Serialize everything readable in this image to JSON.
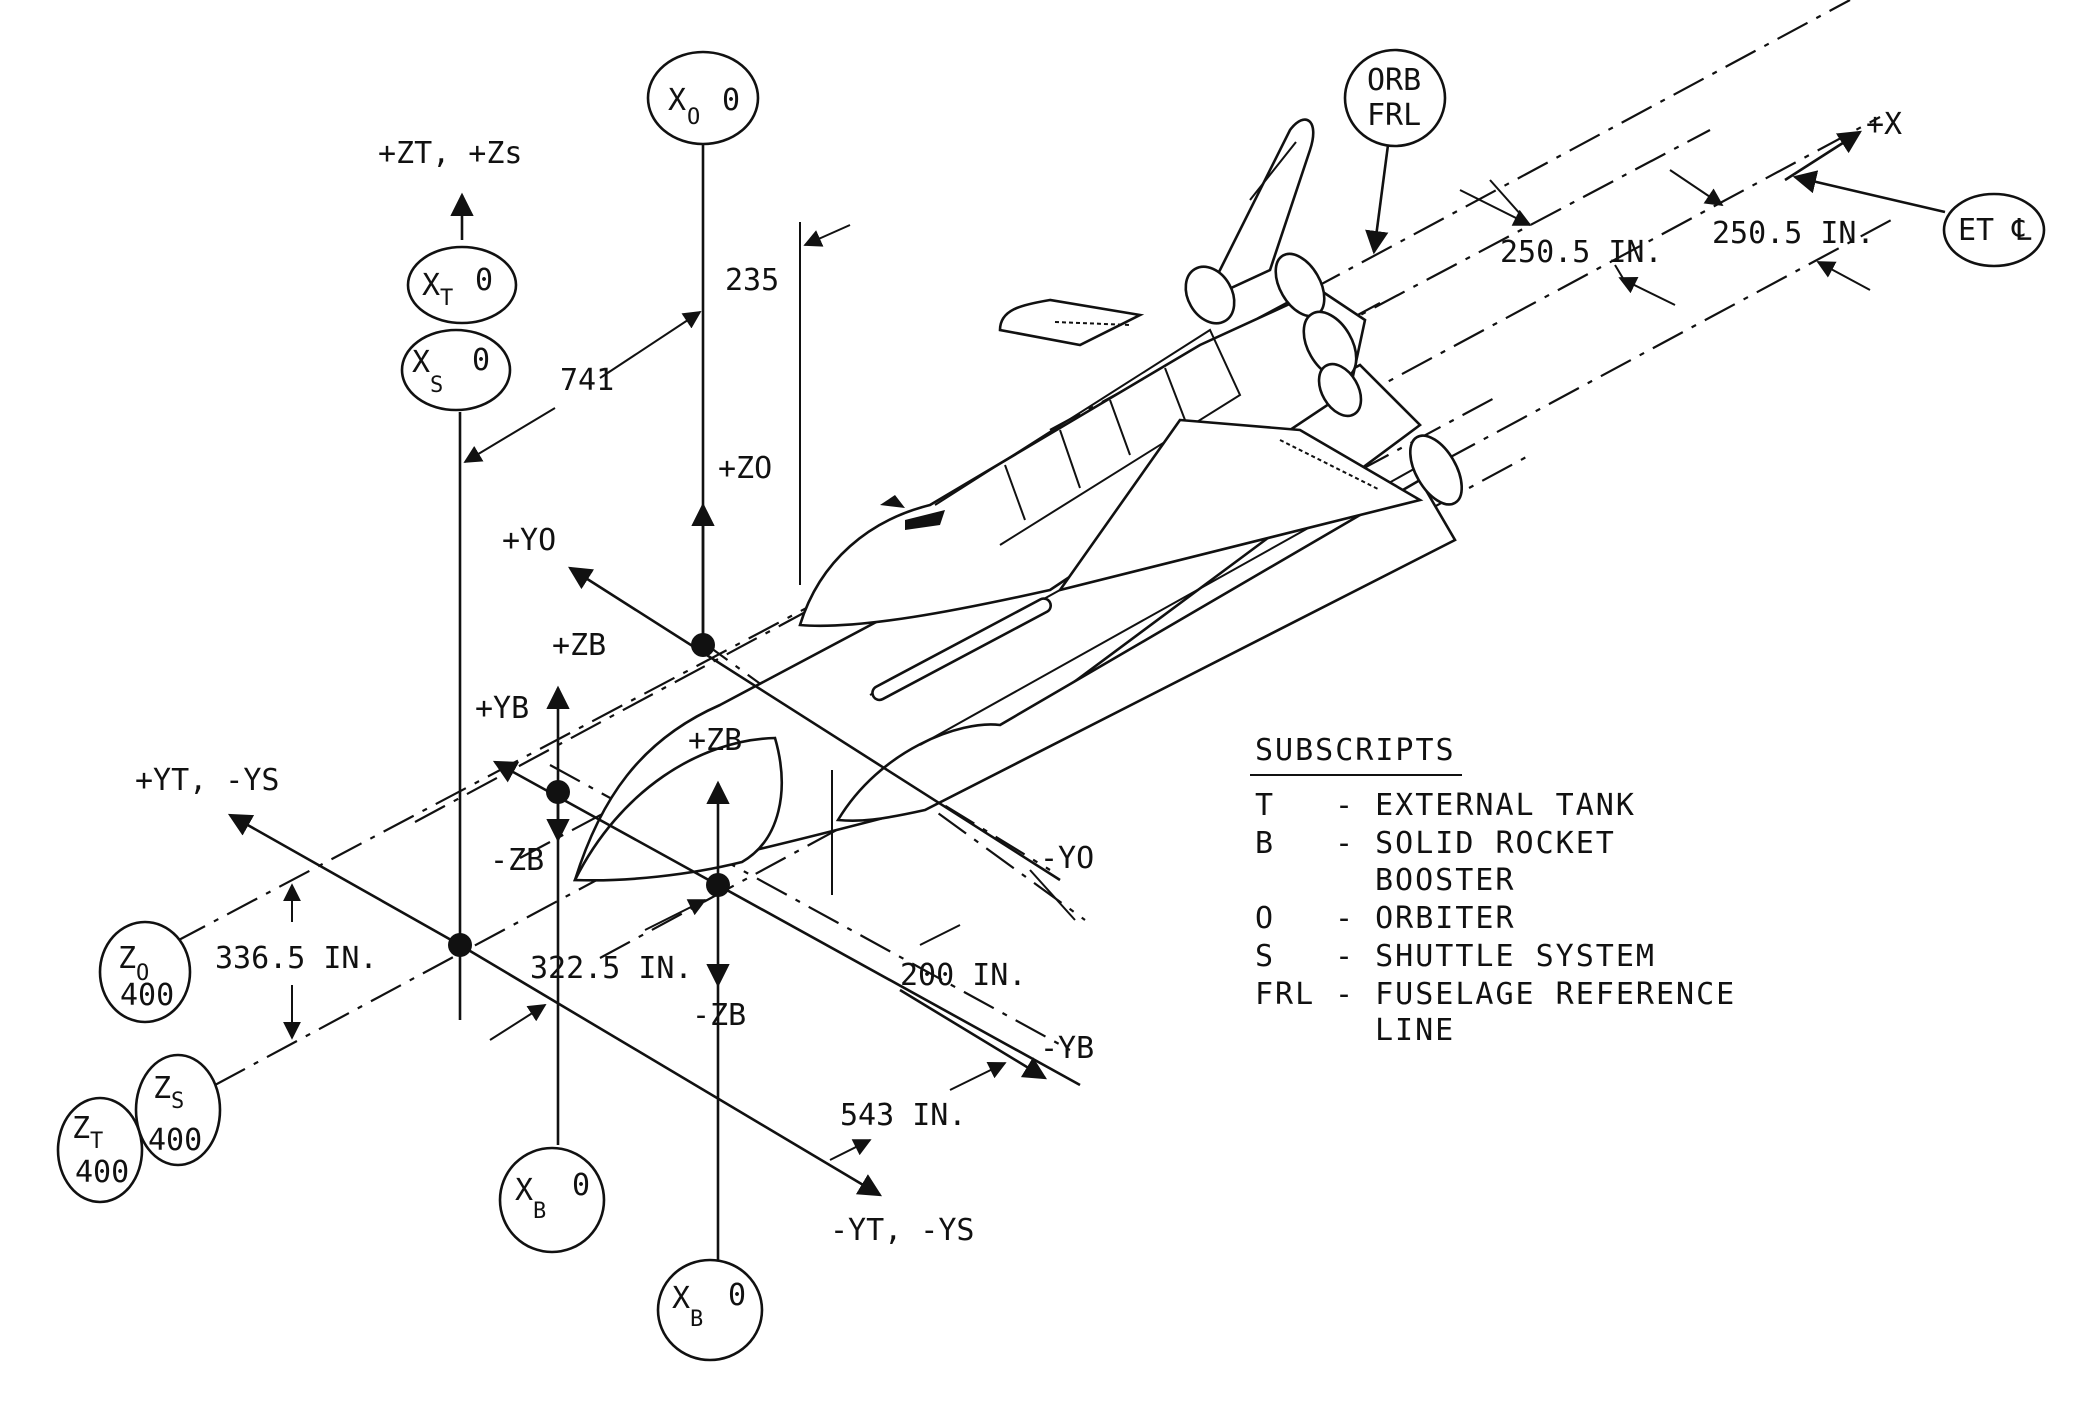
{
  "legend": {
    "heading": "SUBSCRIPTS",
    "entries": [
      {
        "code": "T",
        "text": "- EXTERNAL TANK"
      },
      {
        "code": "B",
        "text": "- SOLID ROCKET"
      },
      {
        "code": "",
        "text": "BOOSTER"
      },
      {
        "code": "O",
        "text": "- ORBITER"
      },
      {
        "code": "S",
        "text": "- SHUTTLE SYSTEM"
      },
      {
        "code": "FRL",
        "text": "- FUSELAGE REFERENCE"
      },
      {
        "code": "",
        "text": "LINE"
      }
    ]
  },
  "callouts": {
    "xo0": {
      "var": "X",
      "sub": "O",
      "val": "0"
    },
    "xt0": {
      "var": "X",
      "sub": "T",
      "val": "0"
    },
    "xs0": {
      "var": "X",
      "sub": "S",
      "val": "0"
    },
    "zo400": {
      "var": "Z",
      "sub": "O",
      "val": "400"
    },
    "zs400": {
      "var": "Z",
      "sub": "S",
      "val": "400"
    },
    "zt400": {
      "var": "Z",
      "sub": "T",
      "val": "400"
    },
    "xb0_a": {
      "var": "X",
      "sub": "B",
      "val": "0"
    },
    "xb0_b": {
      "var": "X",
      "sub": "B",
      "val": "0"
    },
    "orb_frl": {
      "line1": "ORB",
      "line2": "FRL"
    },
    "et_cl": {
      "text": "ET ℄"
    }
  },
  "axes": {
    "plus_zt_zs": "+ZT, +Zs",
    "plus_zo": "+ZO",
    "plus_yo": "+YO",
    "minus_yo": "-YO",
    "plus_zb": "+ZB",
    "plus_yb": "+YB",
    "minus_zb_left": "-ZB",
    "plus_zb_inner": "+ZB",
    "minus_zb": "-ZB",
    "minus_yb": "-YB",
    "plus_yt_minus_ys": "+YT, -YS",
    "minus_yt_minus_ys": "-YT, -YS",
    "plus_x": "+X"
  },
  "dimensions": {
    "d235": "235",
    "d741": "741",
    "d250a": "250.5 IN.",
    "d250b": "250.5 IN.",
    "d336": "336.5 IN.",
    "d322": "322.5 IN.",
    "d200": "200 IN.",
    "d543": "543 IN."
  }
}
